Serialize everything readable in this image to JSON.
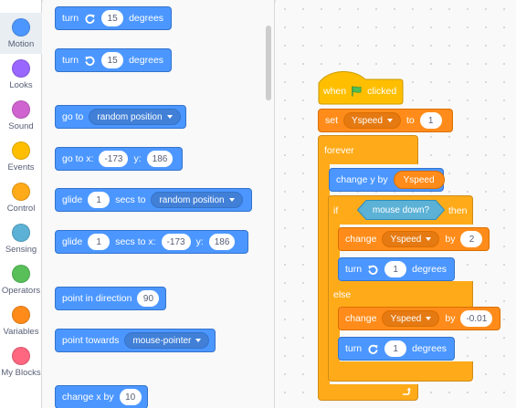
{
  "categories": [
    {
      "label": "Motion",
      "color": "#4c97ff",
      "selected": true
    },
    {
      "label": "Looks",
      "color": "#9966ff"
    },
    {
      "label": "Sound",
      "color": "#cf63cf"
    },
    {
      "label": "Events",
      "color": "#ffbf00"
    },
    {
      "label": "Control",
      "color": "#ffab19"
    },
    {
      "label": "Sensing",
      "color": "#5cb1d6"
    },
    {
      "label": "Operators",
      "color": "#59c059"
    },
    {
      "label": "Variables",
      "color": "#ff8c1a"
    },
    {
      "label": "My Blocks",
      "color": "#ff6680"
    }
  ],
  "palette": {
    "turn_cw": {
      "label1": "turn",
      "value": "15",
      "label2": "degrees"
    },
    "turn_ccw": {
      "label1": "turn",
      "value": "15",
      "label2": "degrees"
    },
    "go_to": {
      "label": "go to",
      "target": "random position"
    },
    "go_to_xy": {
      "label1": "go to x:",
      "x": "-173",
      "label2": "y:",
      "y": "186"
    },
    "glide_to": {
      "label1": "glide",
      "secs": "1",
      "label2": "secs to",
      "target": "random position"
    },
    "glide_xy": {
      "label1": "glide",
      "secs": "1",
      "label2": "secs to x:",
      "x": "-173",
      "label3": "y:",
      "y": "186"
    },
    "point_dir": {
      "label": "point in direction",
      "value": "90"
    },
    "point_towards": {
      "label": "point towards",
      "target": "mouse-pointer"
    },
    "change_x": {
      "label": "change x by",
      "value": "10"
    }
  },
  "script": {
    "hat": {
      "label1": "when",
      "label2": "clicked"
    },
    "set_var": {
      "label1": "set",
      "variable": "Yspeed",
      "label2": "to",
      "value": "1"
    },
    "forever": {
      "label": "forever"
    },
    "change_y": {
      "label": "change y by",
      "reporter": "Yspeed"
    },
    "if_block": {
      "label_if": "if",
      "condition": "mouse down?",
      "label_then": "then",
      "label_else": "else"
    },
    "change_var1": {
      "label1": "change",
      "variable": "Yspeed",
      "label2": "by",
      "value": "2"
    },
    "turn_ccw": {
      "label1": "turn",
      "value": "1",
      "label2": "degrees"
    },
    "change_var2": {
      "label1": "change",
      "variable": "Yspeed",
      "label2": "by",
      "value": "-0.01"
    },
    "turn_cw": {
      "label1": "turn",
      "value": "1",
      "label2": "degrees"
    }
  }
}
